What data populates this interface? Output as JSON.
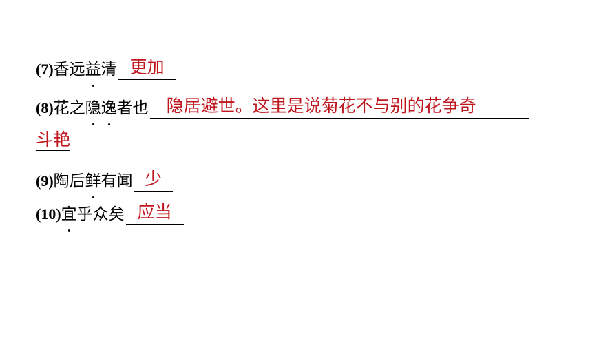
{
  "items": [
    {
      "num": "(7)",
      "chars": [
        "香",
        "远",
        "益",
        "清"
      ],
      "dotted": [
        2
      ],
      "answer": "更加"
    },
    {
      "num": "(8)",
      "chars": [
        "花",
        "之",
        "隐",
        "逸",
        "者",
        "也"
      ],
      "dotted": [
        2,
        3
      ],
      "answer": "隐居避世。这里是说菊花不与别的花争奇",
      "answer_cont": "斗艳"
    },
    {
      "num": "(9)",
      "chars": [
        "陶",
        "后",
        "鲜",
        "有",
        "闻"
      ],
      "dotted": [
        2
      ],
      "answer": "少"
    },
    {
      "num": "(10)",
      "chars": [
        "宜",
        "乎",
        "众",
        "矣"
      ],
      "dotted": [
        0
      ],
      "answer": "应当"
    }
  ]
}
